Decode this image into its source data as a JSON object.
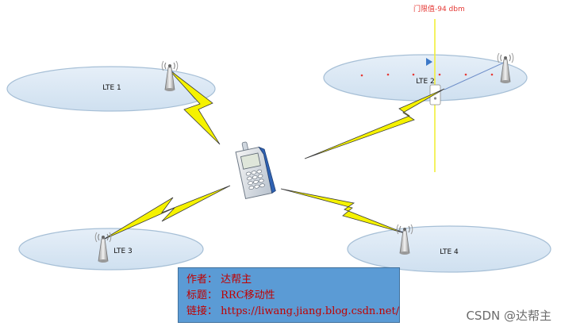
{
  "cells": [
    {
      "label": "LTE 1"
    },
    {
      "label": "LTE 2"
    },
    {
      "label": "LTE 3"
    },
    {
      "label": "LTE 4"
    }
  ],
  "threshold": {
    "label": "门限值-94 dbm",
    "line_color": "#f2ef3a",
    "label_color": "#e53935"
  },
  "info_box": {
    "author": "作者： 达帮主",
    "title": "标题： RRC移动性",
    "link": "链接： https://liwang.jiang.blog.csdn.net/"
  },
  "watermark": "CSDN @达帮主",
  "colors": {
    "cell_fill": "#dbe8f4",
    "cell_stroke": "#a6bfd6",
    "lightning": "#f5f200",
    "info_box": "#5b9bd5"
  },
  "icons": [
    "antenna-tower-icon",
    "mobile-phone-icon",
    "lightning-bolt-icon",
    "arrow-marker-icon",
    "device-marker-icon"
  ]
}
